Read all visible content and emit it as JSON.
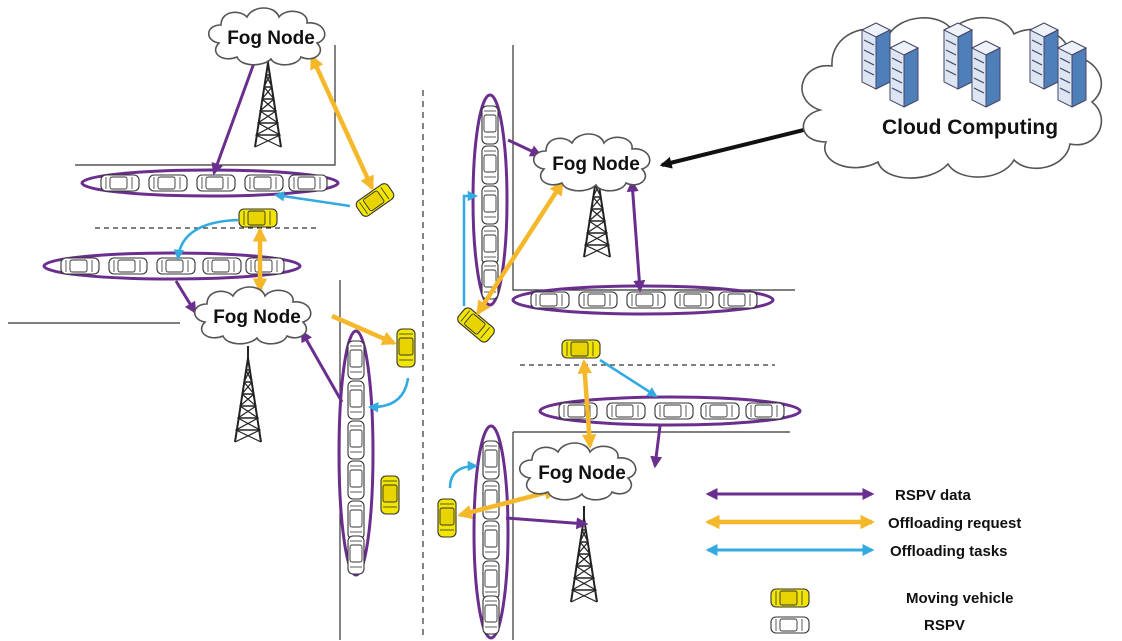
{
  "nodes": {
    "fog_node_1": "Fog Node",
    "fog_node_2": "Fog Node",
    "fog_node_3": "Fog Node",
    "fog_node_4": "Fog Node",
    "cloud": "Cloud Computing"
  },
  "legend": {
    "rspv_data": "RSPV data",
    "offloading_request": "Offloading request",
    "offloading_tasks": "Offloading tasks",
    "moving_vehicle": "Moving vehicle",
    "rspv": "RSPV"
  },
  "colors": {
    "rspv_data": "#6a2f8e",
    "offloading_request": "#f5b82a",
    "offloading_tasks": "#33aae0",
    "cloud_link": "#111111",
    "moving_vehicle": "#f2e600",
    "rspv": "#ffffff",
    "road": "#333333"
  },
  "icons": [
    "cloud-icon",
    "tower-icon",
    "server-icon",
    "car-icon"
  ]
}
